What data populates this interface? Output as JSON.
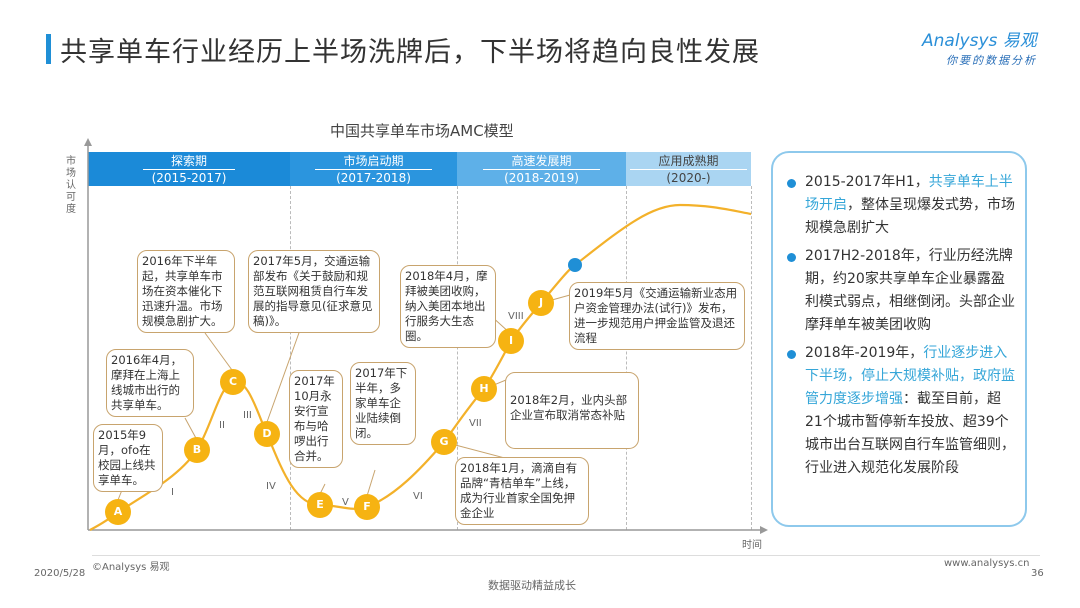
{
  "header": {
    "title": "共享单车行业经历上半场洗牌后，下半场将趋向良性发展",
    "logo_text": "Analysys 易观",
    "logo_slogan": "你要的数据分析"
  },
  "chart": {
    "title": "中国共享单车市场AMC模型",
    "y_axis_label": "市场认可度",
    "x_axis_label": "时间",
    "phases": [
      {
        "name": "探索期",
        "years": "(2015-2017)",
        "color": "#1b8ad8"
      },
      {
        "name": "市场启动期",
        "years": "(2017-2018)",
        "color": "#2b95de"
      },
      {
        "name": "高速发展期",
        "years": "(2018-2019)",
        "color": "#5eb0e8"
      },
      {
        "name": "应用成熟期",
        "years": "(2020-)",
        "color": "#aad5f2"
      }
    ],
    "nodes": [
      "A",
      "B",
      "C",
      "D",
      "E",
      "F",
      "G",
      "H",
      "I",
      "J"
    ],
    "stages": [
      "I",
      "II",
      "III",
      "IV",
      "V",
      "VI",
      "VII",
      "VIII"
    ],
    "events": [
      {
        "node": "A",
        "text": "2015年9月，ofo在校园上线共享单车。"
      },
      {
        "node": "B",
        "text": "2016年4月，摩拜在上海上线城市出行的共享单车。"
      },
      {
        "node": "C",
        "text": "2016年下半年起，共享单车市场在资本催化下迅速升温。市场规模急剧扩大。"
      },
      {
        "node": "D",
        "text": "2017年5月，交通运输部发布《关于鼓励和规范互联网租赁自行车发展的指导意见(征求意见稿)》。"
      },
      {
        "node": "E",
        "text": "2017年10月永安行宣布与哈啰出行合并。"
      },
      {
        "node": "F",
        "text": "2017年下半年，多家单车企业陆续倒闭。"
      },
      {
        "node": "G",
        "text": "2018年1月，滴滴自有品牌“青桔单车”上线，成为行业首家全国免押金企业"
      },
      {
        "node": "H",
        "text": "2018年2月，业内头部企业宣布取消常态补贴"
      },
      {
        "node": "I",
        "text": "2018年4月，摩拜被美团收购，纳入美团本地出行服务大生态圈。"
      },
      {
        "node": "J",
        "text": "2019年5月《交通运输新业态用户资金管理办法(试行)》发布，进一步规范用户押金监管及退还流程"
      }
    ]
  },
  "summary": [
    {
      "pre": "2015-2017年H1，",
      "hl": "共享单车上半场开启",
      "post": "，整体呈现爆发式势，市场规模急剧扩大"
    },
    {
      "pre": "2017H2-2018年，行业历经洗牌期，约20家共享单车企业暴露盈利模式弱点，相继倒闭。头部企业摩拜单车被美团收购",
      "hl": "",
      "post": ""
    },
    {
      "pre": "2018年-2019年，",
      "hl": "行业逐步进入下半场，停止大规模补贴，政府监管力度逐步增强",
      "post": "：截至目前，超21个城市暂停新车投放、超39个城市出台互联网自行车监管细则，行业进入规范化发展阶段"
    }
  ],
  "footer": {
    "copyright": "©Analysys 易观",
    "date": "2020/5/28",
    "slogan": "数据驱动精益成长",
    "website": "www.analysys.cn",
    "page": "36"
  }
}
